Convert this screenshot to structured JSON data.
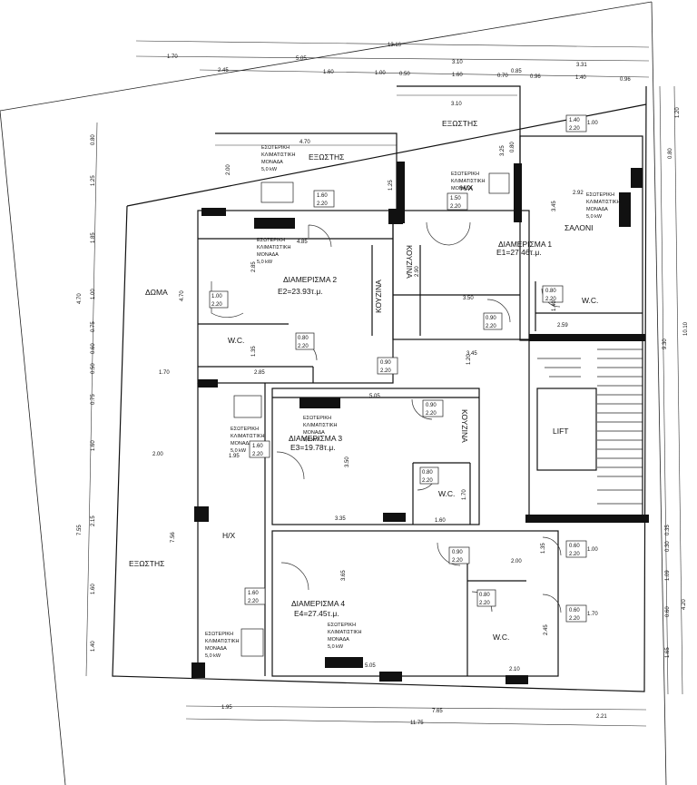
{
  "dims": {
    "top_total": "13.16",
    "top_row2": [
      "1.70",
      "5.05",
      "3.10",
      "3.31"
    ],
    "top_row3": [
      "2.45",
      "1.60",
      "1.00",
      "0.50",
      "1.60",
      "0.70",
      "0.96",
      "1.40",
      "0.96"
    ],
    "top_row3b": [
      "0.85"
    ],
    "top_row4": "3.10",
    "exostis_top_width": "4.70",
    "left_col": [
      "0.80",
      "1.25",
      "1.85",
      "4.70",
      "1.00",
      "0.75",
      "0.60",
      "0.50",
      "0.75",
      "1.60",
      "2.15",
      "7.55",
      "1.60",
      "1.40"
    ],
    "left_col2": [
      "2.00",
      "4.70",
      "7.56"
    ],
    "right_col": [
      "1.20",
      "0.80",
      "10.10",
      "9.30",
      "4.20",
      "1.65",
      "1.09",
      "0.60",
      "0.30",
      "0.35"
    ],
    "interior": [
      "4.85",
      "2.85",
      "1.35",
      "2.85",
      "1.70",
      "3.45",
      "5.05",
      "3.50",
      "2.59",
      "3.50",
      "1.40",
      "3.45",
      "2.92",
      "1.20",
      "1.25",
      "2.90",
      "3.25",
      "0.80",
      "2.00",
      "1.95",
      "3.35",
      "1.60",
      "1.70",
      "2.00",
      "1.35",
      "2.45",
      "2.10",
      "5.05",
      "3.65"
    ],
    "bottom": [
      "1.95",
      "7.65",
      "2.21",
      "11.75"
    ]
  },
  "rooms": {
    "doma": "ΔΩΜΑ",
    "exostis_top": "ΕΞΩΣΤΗΣ",
    "exostis_top2": "ΕΞΩΣΤΗΣ",
    "exostis_left": "ΕΞΩΣΤΗΣ",
    "saloni": "ΣΑΛΟΝΙ",
    "apt1": "ΔΙΑΜΕΡΙΣΜΑ 1",
    "apt1_area": "Ε1=27.46τ.μ.",
    "apt2": "ΔΙΑΜΕΡΙΣΜΑ 2",
    "apt2_area": "Ε2=23.93τ.μ.",
    "apt3": "ΔΙΑΜΕΡΙΣΜΑ 3",
    "apt3_area": "Ε3=19.78τ.μ.",
    "apt4": "ΔΙΑΜΕΡΙΣΜΑ 4",
    "apt4_area": "Ε4=27.45τ.μ.",
    "kouzina_1": "ΚΟΥΖΙΝΑ",
    "kouzina_2": "ΚΟΥΖΙΝΑ",
    "kouzina_3": "ΚΟΥΖΙΝΑ",
    "wc1": "W.C.",
    "wc2": "W.C.",
    "wc3": "W.C.",
    "wc4": "W.C.",
    "hx1": "H/X",
    "hx2": "H/X",
    "lift": "LIFT"
  },
  "ac_unit": {
    "line1": "ΕΣΩΤΕΡΙΚΗ",
    "line2": "ΚΛΙΜΑΤΙΣΤΙΚΗ",
    "line3": "ΜΟΝΑΔΑ",
    "line4": "5,0 kW"
  },
  "openings": {
    "o1": [
      "1.60",
      "2.20"
    ],
    "o2": [
      "1.40",
      "2.20",
      "1.00"
    ],
    "o3": [
      "1.00",
      "2.20"
    ],
    "o4": [
      "0.80",
      "2.20"
    ],
    "o5": [
      "0.90",
      "2.20"
    ],
    "o6": [
      "0.90",
      "2.20"
    ],
    "o7": [
      "0.80",
      "2.20"
    ],
    "o8": [
      "0.90",
      "2.20"
    ],
    "o9": [
      "1.60",
      "2.20"
    ],
    "o10": [
      "0.80",
      "2.20"
    ],
    "o11": [
      "0.90",
      "2.20"
    ],
    "o12": [
      "0.60",
      "2.20",
      "1.00"
    ],
    "o13": [
      "1.60",
      "2.20"
    ],
    "o14": [
      "0.80",
      "2.20"
    ],
    "o15": [
      "0.60",
      "2.20",
      "1.70"
    ],
    "o16": [
      "1.50",
      "2.20"
    ]
  }
}
